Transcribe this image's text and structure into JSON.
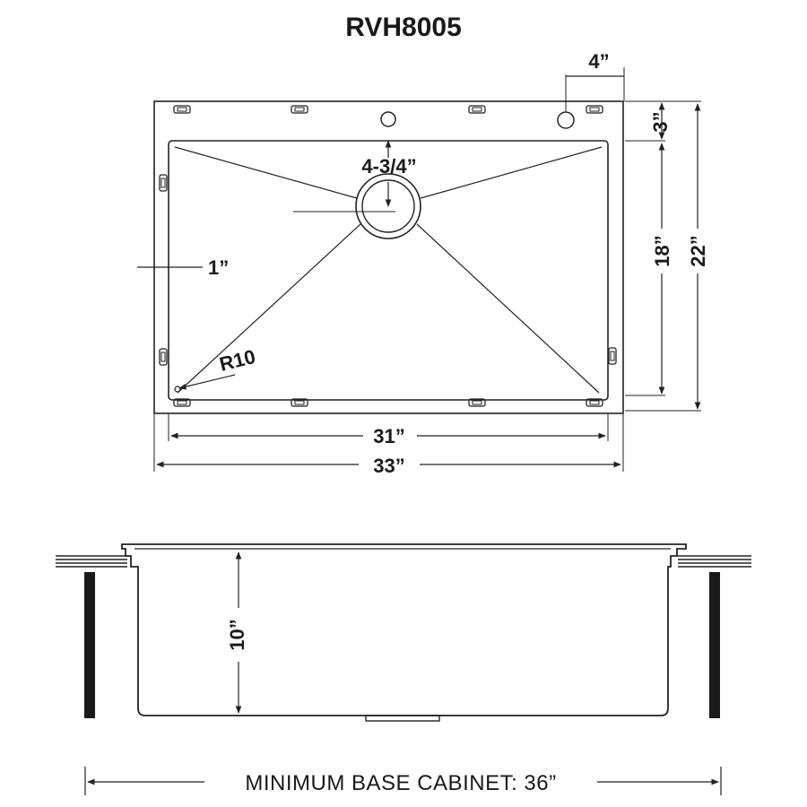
{
  "title": "RVH8005",
  "top_view": {
    "faucet_offset_label": "4”",
    "deck_depth_label": "3”",
    "drain_label": "4-3/4”",
    "rim_label": "1”",
    "corner_radius_label": "R10",
    "bowl_depth_label": "18”",
    "overall_depth_label": "22”",
    "bowl_width_label": "31”",
    "overall_width_label": "33”"
  },
  "side_view": {
    "bowl_height_label": "10”",
    "cabinet_label": "MINIMUM BASE CABINET: 36”"
  },
  "colors": {
    "line": "#222222",
    "fill_dark": "#1a1a1a",
    "background": "#ffffff"
  }
}
